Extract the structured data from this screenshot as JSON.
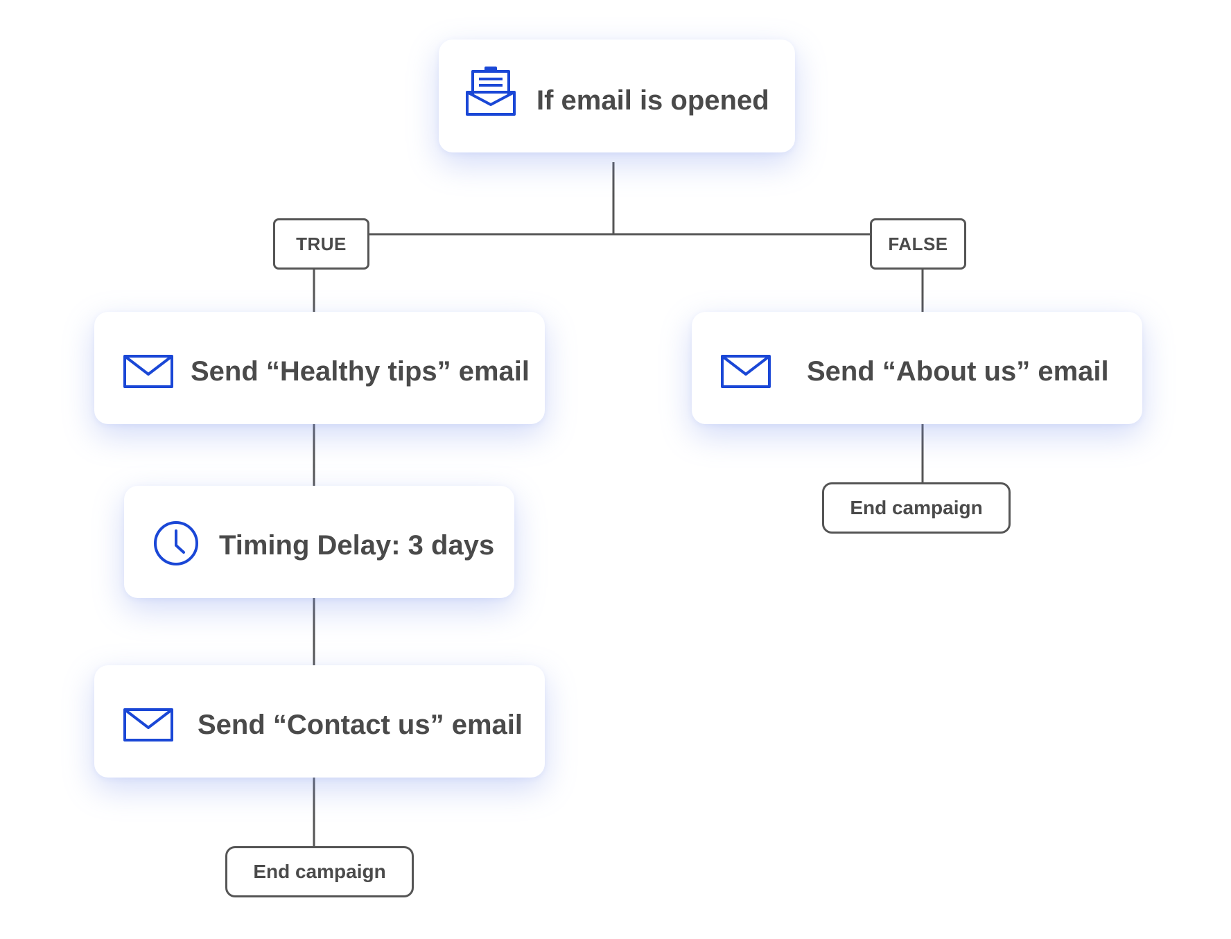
{
  "diagram": {
    "trigger": {
      "label": "If email is opened",
      "icon": "open-envelope-icon"
    },
    "branches": {
      "true_label": "TRUE",
      "false_label": "FALSE"
    },
    "true_branch": {
      "step1": {
        "label": "Send “Healthy tips” email",
        "icon": "envelope-icon"
      },
      "step2": {
        "label": "Timing Delay: 3 days",
        "icon": "clock-icon"
      },
      "step3": {
        "label": "Send “Contact us” email",
        "icon": "envelope-icon"
      },
      "end_label": "End campaign"
    },
    "false_branch": {
      "step1": {
        "label": "Send “About us” email",
        "icon": "envelope-icon"
      },
      "end_label": "End campaign"
    },
    "colors": {
      "icon_blue": "#1a47d6",
      "text": "#4a4a4a",
      "connector": "#555555",
      "card_glow": "#7891eb"
    }
  }
}
